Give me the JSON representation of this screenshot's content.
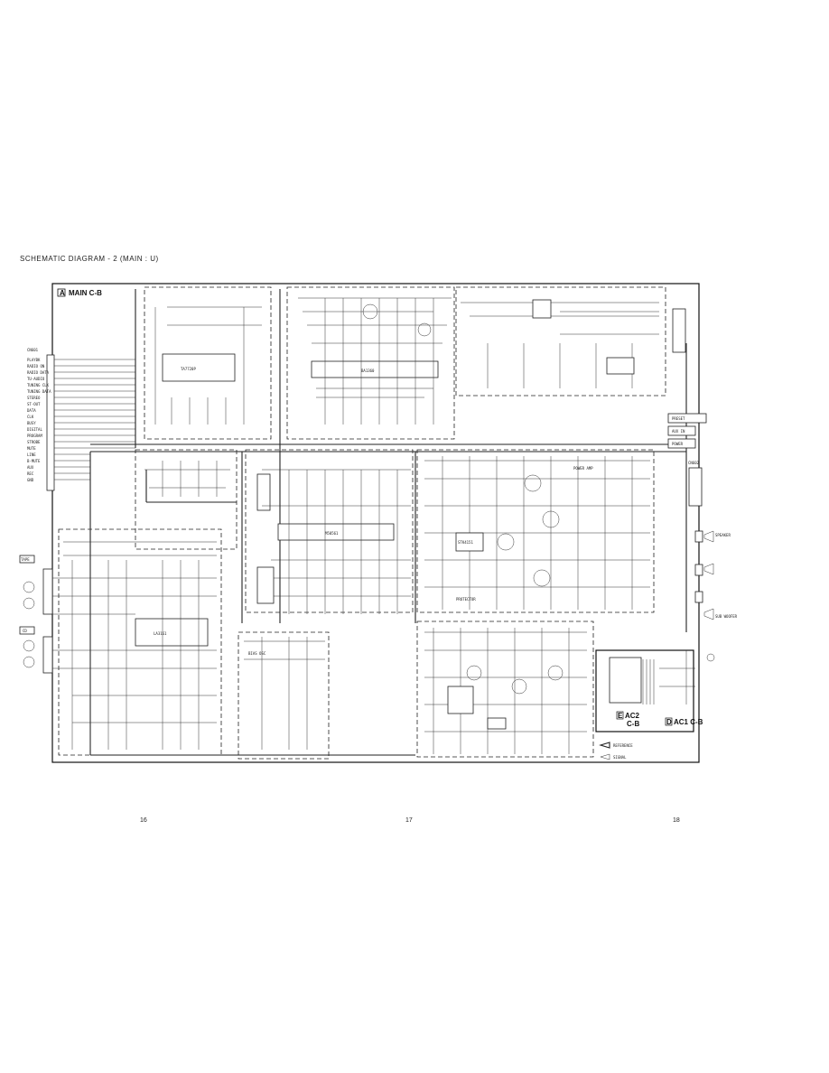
{
  "page": {
    "title": "SCHEMATIC DIAGRAM - 2 (MAIN : U)",
    "page_numbers": [
      "16",
      "17",
      "18"
    ]
  },
  "boards": {
    "main": "MAIN C-B",
    "ac2_a": "AC2",
    "ac2_b": "C-B",
    "ac1": "AC1 C-B",
    "ac2_letter": "E",
    "ac1_letter": "D",
    "main_letter": "A"
  },
  "connectors": {
    "cn601": "CN601",
    "cn602": "CN602",
    "left_pins": [
      "PLAYBK",
      "RADIO ON",
      "RADIO DATA",
      "TU-AUDIO",
      "TUNING CLK",
      "TUNING DATA",
      "STEREO",
      "ST-OUT",
      "DATA",
      "CLK",
      "BUSY",
      "DIGITAL",
      "PROGRAM",
      "STROBE",
      "MUTE",
      "LINE",
      "B-MUTE",
      "AUX",
      "REC",
      "GND"
    ],
    "right_top": [
      "PRESET",
      "AUX IN",
      "POWER"
    ],
    "speaker": [
      "SPEAKER",
      "SUB WOOFER"
    ]
  },
  "labels": {
    "tape": "TAPE",
    "cd": "CD",
    "ic_tuner": "TA7720P",
    "ic_mpx": "BA1360",
    "ic_audio": "LA3161",
    "ic_micom": "M50561",
    "ic_amp": "STK4151",
    "power_out": "POWER AMP",
    "protect": "PROTECTOR",
    "bias": "BIAS OSC",
    "note_1": "REFERENCE",
    "note_2": "SIGNAL"
  }
}
